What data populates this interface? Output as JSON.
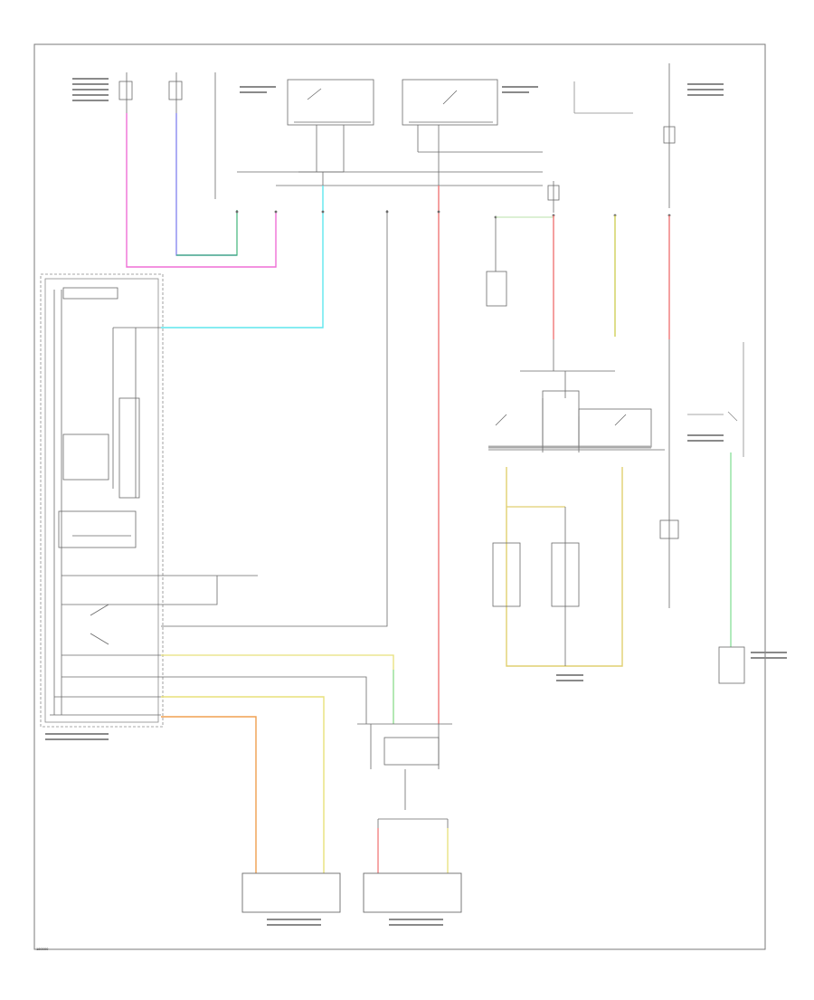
{
  "diagram": {
    "id_label": "180000",
    "connector_ids": {
      "cluster_c1": "C220",
      "cluster_c2": "C220"
    },
    "colors": {
      "frame": "#6f6f6f",
      "pink": "#ef6fd6",
      "blue": "#8a8aef",
      "green": "#3fb37a",
      "cyan": "#5fe6ee",
      "red": "#f07878",
      "yellow": "#e8e07a",
      "olive": "#cfcf5a",
      "orange": "#f0a050",
      "light_green": "#90e0a0",
      "gold": "#e0cf70",
      "wire": "#6a6a6a"
    }
  }
}
